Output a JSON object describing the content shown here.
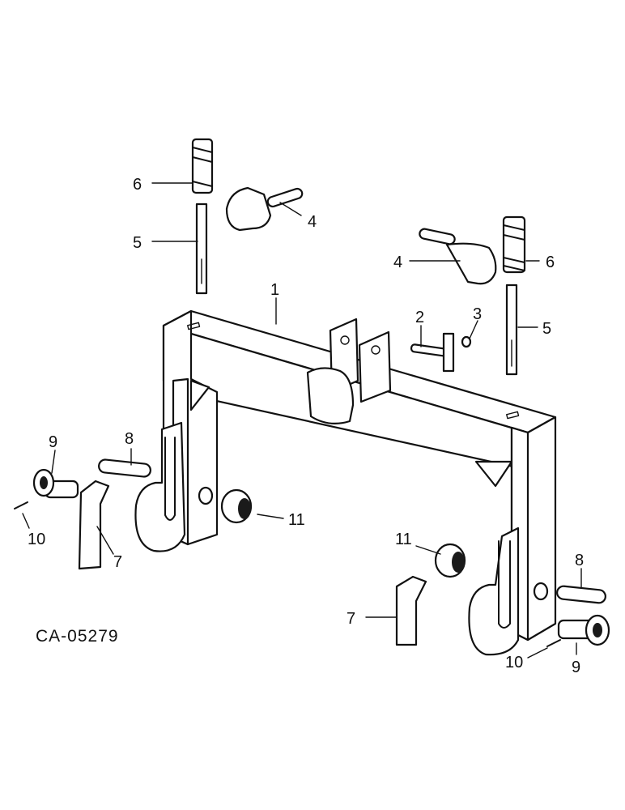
{
  "figure_code": "CA-05279",
  "callouts": {
    "c1": "1",
    "c2": "2",
    "c3": "3",
    "c4a": "4",
    "c4b": "4",
    "c5a": "5",
    "c5b": "5",
    "c6a": "6",
    "c6b": "6",
    "c7a": "7",
    "c7b": "7",
    "c8a": "8",
    "c8b": "8",
    "c9a": "9",
    "c9b": "9",
    "c10a": "10",
    "c10b": "10",
    "c11a": "11",
    "c11b": "11"
  }
}
